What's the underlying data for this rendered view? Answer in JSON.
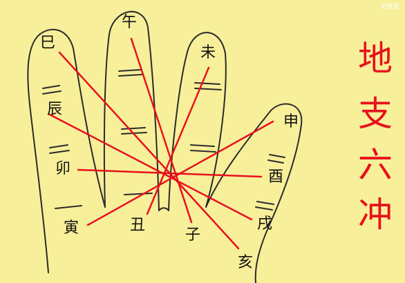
{
  "title": {
    "chars": [
      "地",
      "支",
      "六",
      "冲"
    ]
  },
  "watermark": "老板兔",
  "branches": {
    "si": "巳",
    "wu": "午",
    "wei": "未",
    "chen": "辰",
    "shen": "申",
    "mao": "卯",
    "you": "酉",
    "xu": "戌",
    "yin": "寅",
    "chou": "丑",
    "zi": "子",
    "hai": "亥"
  },
  "clashes": [
    [
      "巳",
      "亥"
    ],
    [
      "午",
      "子"
    ],
    [
      "未",
      "丑"
    ],
    [
      "辰",
      "戌"
    ],
    [
      "卯",
      "酉"
    ],
    [
      "寅",
      "申"
    ]
  ],
  "colors": {
    "background": "#f7ef9a",
    "line": "#e8101c",
    "outline": "#2a2a2a",
    "title": "#e8101c"
  }
}
